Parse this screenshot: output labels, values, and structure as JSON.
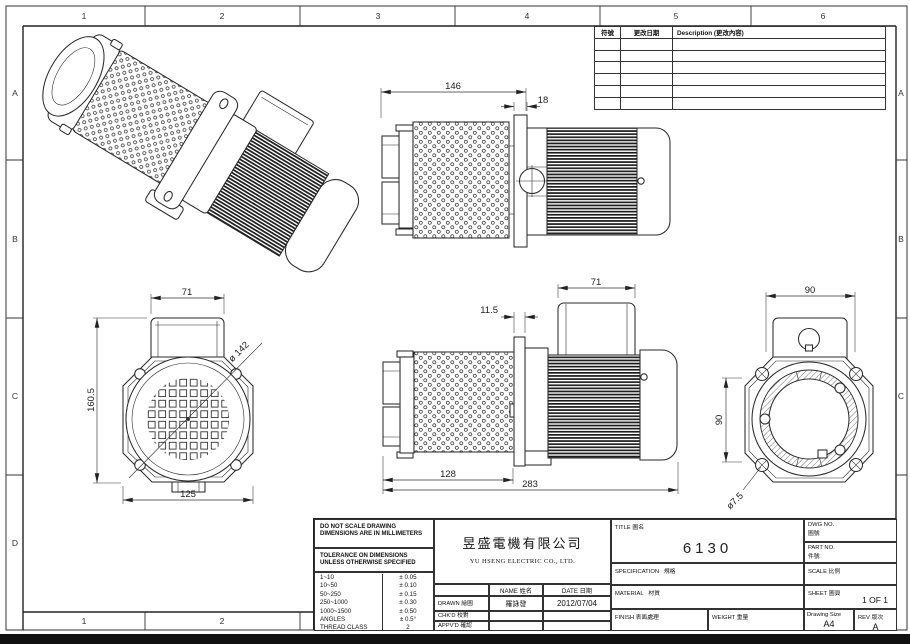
{
  "sheet": {
    "border": {
      "columns_top": [
        "1",
        "2",
        "3",
        "4",
        "5",
        "6"
      ],
      "columns_bottom": [
        "1",
        "2"
      ],
      "rows_left": [
        "A",
        "B",
        "C",
        "D"
      ],
      "rows_right": [
        "A",
        "B",
        "C"
      ]
    }
  },
  "revision_table": {
    "col_symbol": "符號",
    "col_date": "更改日期",
    "col_desc": "Description (更改內容)"
  },
  "views": {
    "top_side": {
      "length": "146",
      "flange_width": "18"
    },
    "front": {
      "terminal_width": "71",
      "diameter": "ø 142",
      "height": "160.5",
      "width": "125"
    },
    "bottom_side": {
      "terminal_width": "71",
      "flange_offset": "11.5",
      "filter_length": "128",
      "total_length": "283"
    },
    "rear": {
      "width": "90",
      "height": "90",
      "hole": "ø7.5"
    }
  },
  "notes": {
    "line1": "DO NOT SCALE DRAWING",
    "line2": "DIMENSIONS ARE IN MILLIMETERS",
    "line3": "TOLERANCE ON DIMENSIONS",
    "line4": "UNLESS OTHERWISE SPECIFIED"
  },
  "tolerances": [
    {
      "range": "1~10",
      "value": "± 0.05"
    },
    {
      "range": "10~50",
      "value": "± 0.10"
    },
    {
      "range": "50~250",
      "value": "± 0.15"
    },
    {
      "range": "250~1000",
      "value": "± 0.30"
    },
    {
      "range": "1000~1500",
      "value": "± 0.50"
    },
    {
      "range": "ANGLES",
      "value": "± 0.5°"
    },
    {
      "range": "THREAD CLASS",
      "value": "2"
    }
  ],
  "title_block": {
    "company_zh": "昱盛電機有限公司",
    "company_en": "YU HSENG ELECTRIC CO., LTD.",
    "header_name": "NAME 姓名",
    "header_date": "DATE 日期",
    "signoff": [
      {
        "label": "DRAWN 繪圖",
        "name": "羅詠發",
        "date": "2012/07/04"
      },
      {
        "label": "CHK'D 校對",
        "name": "",
        "date": ""
      },
      {
        "label": "APPV'D 確認",
        "name": "",
        "date": ""
      }
    ],
    "title_label": "TITLE 圖名",
    "title_value": "6130",
    "dwg_no_label": "DWG NO.",
    "dwg_no_zh": "圖號",
    "part_no_label": "PART NO.",
    "part_no_zh": "件號",
    "spec_label": "SPECIFICATION",
    "spec_zh": "規格",
    "scale_label": "SCALE 比例",
    "material_label": "MATERIAL",
    "material_zh": "材質",
    "sheet_label": "SHEET 圖頁",
    "sheet_value": "1 OF 1",
    "finish_label": "FINISH 表面處理",
    "weight_label": "WEIGHT 重量",
    "size_label": "Drawing Size",
    "size_value": "A4",
    "rev_label": "REV 版次",
    "rev_value": "A"
  },
  "colors": {
    "line": "#2a2a2a",
    "paper": "#ffffff",
    "bottom_bar": "#111111"
  }
}
